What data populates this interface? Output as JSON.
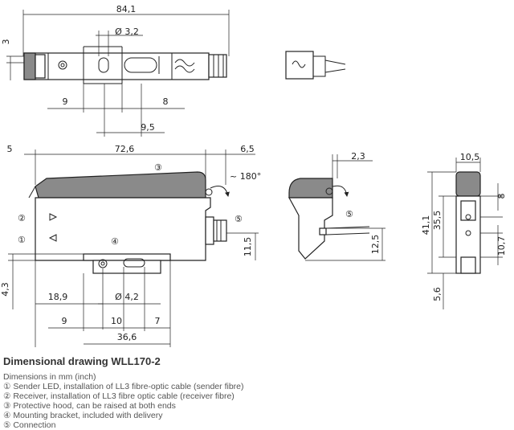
{
  "dims": {
    "top_len": "84,1",
    "top_h": "3",
    "top_hole": "Ø 3,2",
    "top_9": "9",
    "top_8": "8",
    "top_9_5": "9,5",
    "side_5": "5",
    "side_len": "72,6",
    "side_6_5": "6,5",
    "side_180": "~ 180°",
    "side_11_5": "11,5",
    "side_4_3": "4,3",
    "side_18_9": "18,9",
    "side_hole": "Ø 4,2",
    "side_9": "9",
    "side_10": "10",
    "side_7": "7",
    "side_36_6": "36,6",
    "hood_2_3": "2,3",
    "hood_12_5": "12,5",
    "end_10_5": "10,5",
    "end_8": "8",
    "end_41_1": "41,1",
    "end_35_5": "35,5",
    "end_10_7": "10,7",
    "end_5_6": "5,6"
  },
  "callouts": [
    "①",
    "②",
    "③",
    "④",
    "⑤"
  ],
  "caption": {
    "title": "Dimensional drawing WLL170-2",
    "units": "Dimensions in mm (inch)",
    "items": [
      "① Sender LED, installation of LL3 fibre-optic cable (sender fibre)",
      "② Receiver, installation of LL3 fibre optic cable (receiver fibre)",
      "③ Protective hood, can be raised at both ends",
      "④ Mounting bracket, included with delivery",
      "⑤ Connection"
    ]
  }
}
